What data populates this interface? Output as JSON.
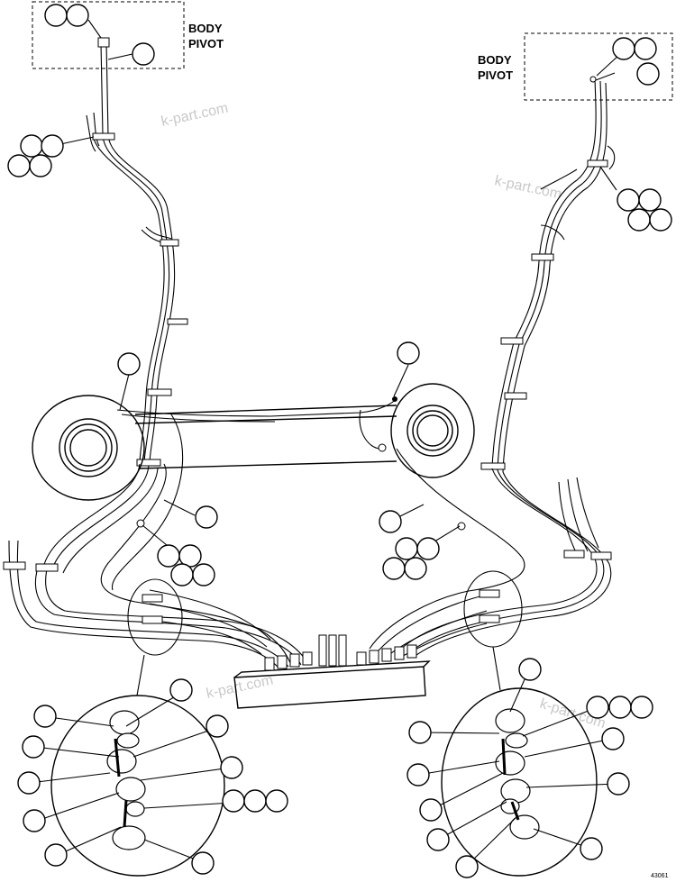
{
  "labels": {
    "body_pivot_left": [
      "BODY",
      "PIVOT"
    ],
    "body_pivot_right": [
      "BODY",
      "PIVOT"
    ],
    "drawing_number": "43061"
  },
  "watermark": "k-part.com"
}
